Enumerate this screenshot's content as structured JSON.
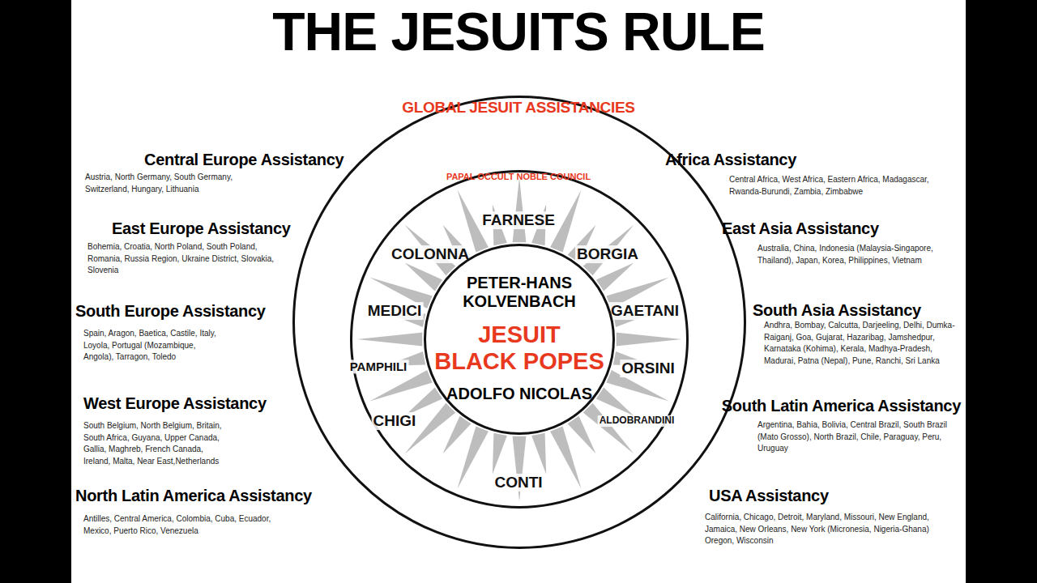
{
  "diagram": {
    "title": "THE JESUITS RULE",
    "nodes": [
      {
        "text": [
          "GLOBAL JESUIT ASSISTANCIES"
        ]
      },
      {
        "text": [
          "PAPAL OCCULT NOBLE COUNCIL",
          "FARNESE",
          "COLONNA",
          "BORGIA",
          "MEDICI",
          "GAETANI",
          "PAMPHILI",
          "ORSINI",
          "CHIGI",
          "ALDOBRANDINI",
          "CONTI"
        ],
        "in": 0
      },
      {
        "text": [
          "PETER-HANS KOLVENBACH",
          "JESUIT BLACK POPES",
          "ADOLFO NICOLAS"
        ],
        "in": 1
      }
    ],
    "labels": [
      "Central Europe Assistancy",
      "Austria, North Germany, South Germany, Switzerland, Hungary, Lithuania",
      "East Europe Assistancy",
      "Bohemia, Croatia, North Poland, South Poland, Romania, Russia Region, Ukraine District, Slovakia, Slovenia",
      "South Europe Assistancy",
      "Spain, Aragon, Baetica, Castile, Italy, Loyola, Portugal (Mozambique, Angola), Tarragon, Toledo",
      "West Europe Assistancy",
      "South Belgium, North Belgium, Britain, South Africa, Guyana, Upper Canada, Gallia, Maghreb, French Canada, Ireland, Malta, Near East,Netherlands",
      "North Latin America Assistancy",
      "Antilles, Central America, Colombia, Cuba, Ecuador, Mexico, Puerto Rico, Venezuela",
      "Africa Assistancy",
      "Central Africa, West Africa, Eastern Africa, Madagascar, Rwanda-Burundi, Zambia, Zimbabwe",
      "East Asia Assistancy",
      "Australia, China, Indonesia (Malaysia-Singapore, Thailand), Japan, Korea, Philippines, Vietnam",
      "South Asia Assistancy",
      "Andhra, Bombay, Calcutta, Darjeeling, Delhi, Dumka-Raiganj, Goa, Gujarat, Hazaribag, Jamshedpur, Karnataka (Kohima), Kerala, Madhya-Pradesh, Madurai, Patna (Nepal), Pune, Ranchi, Sri Lanka",
      "South Latin America Assistancy",
      "Argentina, Bahia, Bolivia, Central Brazil, South Brazil (Mato Grosso), North Brazil, Chile, Paraguay, Peru, Uruguay",
      "USA Assistancy",
      "California, Chicago, Detroit, Maryland, Missouri, New England, Jamaica, New Orleans, New York (Micronesia, Nigeria-Ghana) Oregon, Wisconsin"
    ]
  }
}
